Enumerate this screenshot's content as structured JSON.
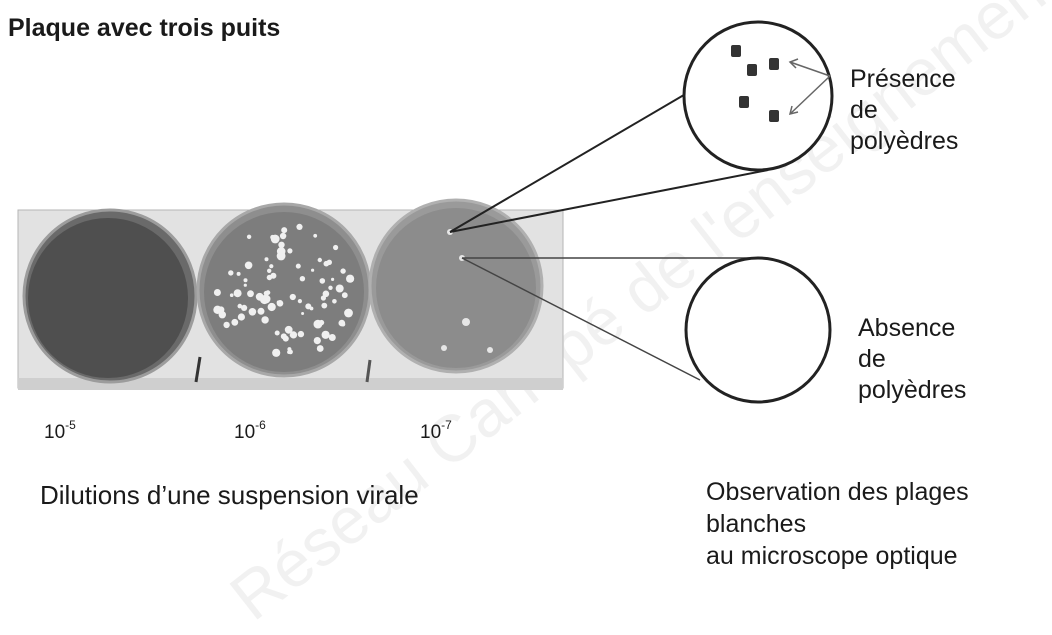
{
  "title": "Plaque avec trois puits",
  "wells": [
    {
      "base": "10",
      "exponent": "-5"
    },
    {
      "base": "10",
      "exponent": "-6"
    },
    {
      "base": "10",
      "exponent": "-7"
    }
  ],
  "caption_left": "Dilutions d’une suspension virale",
  "presence_label": [
    "Présence",
    "de",
    "polyèdres"
  ],
  "absence_label": [
    "Absence",
    "de",
    "polyèdres"
  ],
  "observation_caption": [
    "Observation des plages",
    "blanches",
    "au microscope optique"
  ],
  "watermark": "Réseau Canopé de l'enseignement"
}
